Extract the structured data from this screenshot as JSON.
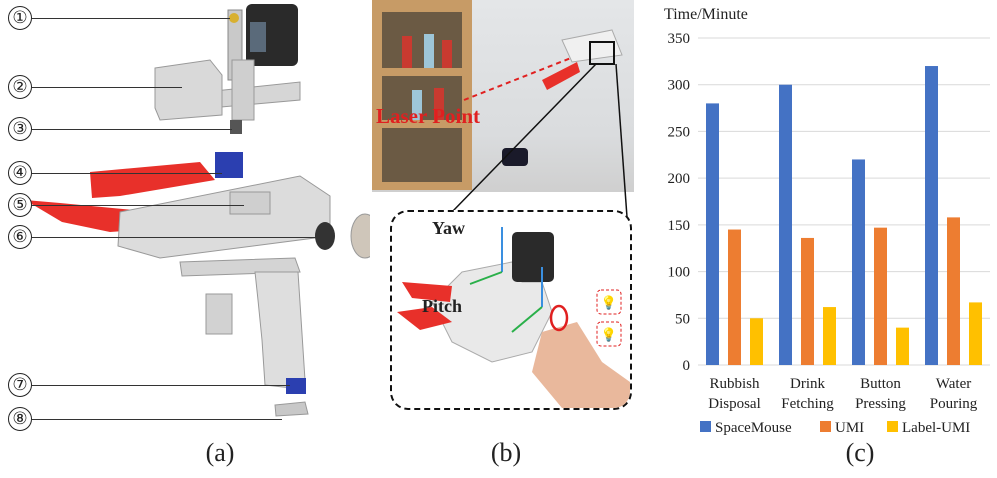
{
  "panel_a": {
    "caption": "(a)",
    "callouts": [
      "①",
      "②",
      "③",
      "④",
      "⑤",
      "⑥",
      "⑦",
      "⑧"
    ]
  },
  "panel_b": {
    "caption": "(b)",
    "laser_label": "Laser Point",
    "yaw_label": "Yaw",
    "pitch_label": "Pitch"
  },
  "panel_c": {
    "caption": "(c)"
  },
  "colors": {
    "spacemouse": "#4472c4",
    "umi": "#ed7d31",
    "label_umi": "#ffc000",
    "laser": "#e02020",
    "gripper_red": "#e8302a",
    "servo_blue": "#2b3fb0"
  },
  "chart_data": {
    "type": "bar",
    "ylabel": "Time/Minute",
    "ylim": [
      0,
      350
    ],
    "yticks": [
      0,
      50,
      100,
      150,
      200,
      250,
      300,
      350
    ],
    "grid": true,
    "legend_position": "bottom",
    "categories": [
      [
        "Rubbish",
        "Disposal"
      ],
      [
        "Drink",
        "Fetching"
      ],
      [
        "Button",
        "Pressing"
      ],
      [
        "Water",
        "Pouring"
      ]
    ],
    "series": [
      {
        "name": "SpaceMouse",
        "color": "#4472c4",
        "values": [
          280,
          300,
          220,
          320
        ]
      },
      {
        "name": "UMI",
        "color": "#ed7d31",
        "values": [
          145,
          136,
          147,
          158
        ]
      },
      {
        "name": "Label-UMI",
        "color": "#ffc000",
        "values": [
          50,
          62,
          40,
          67
        ]
      }
    ]
  }
}
